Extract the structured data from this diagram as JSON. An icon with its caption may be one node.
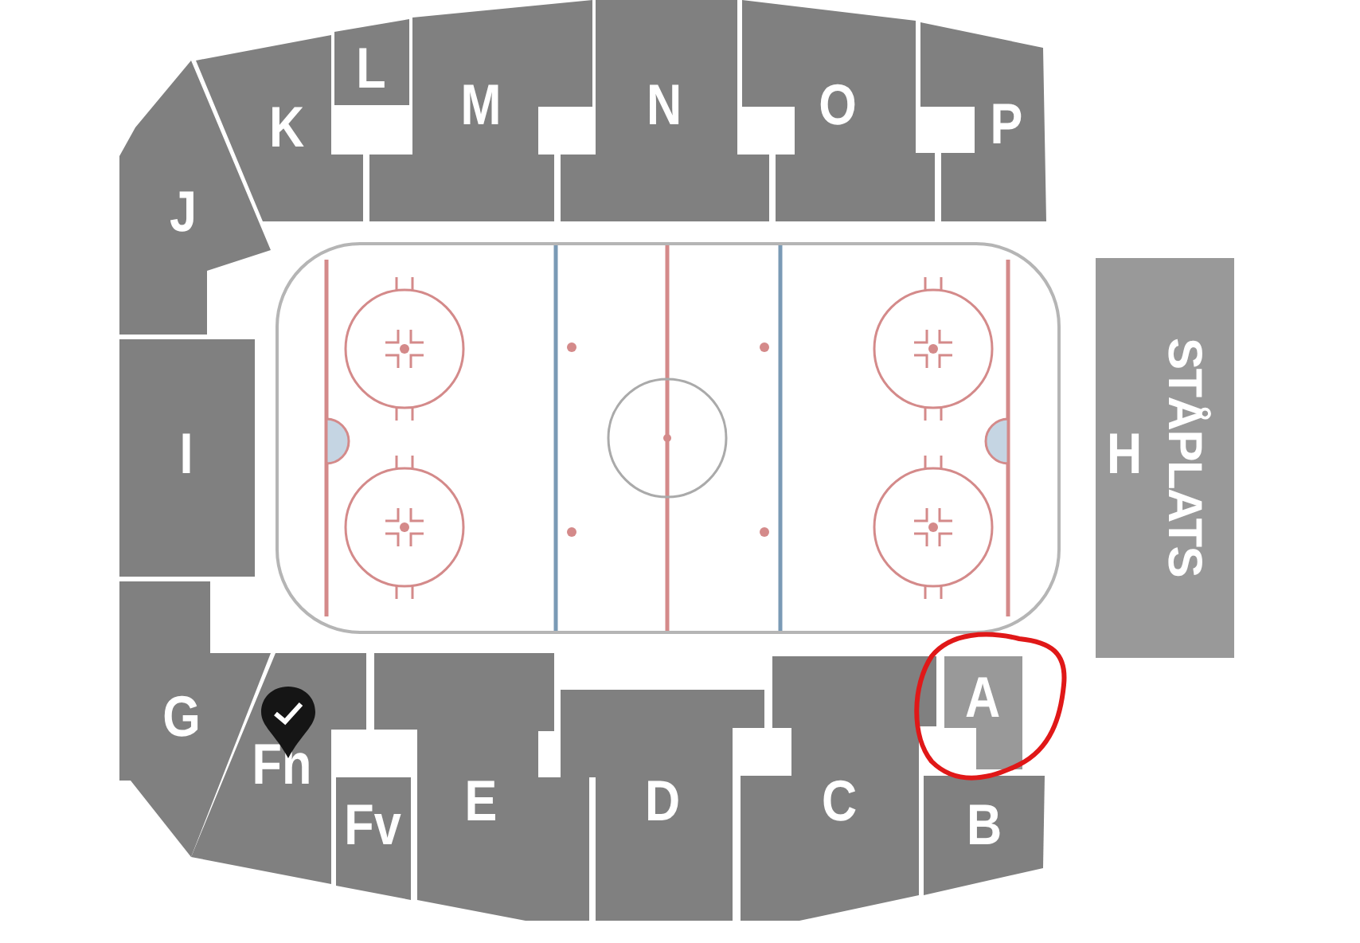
{
  "diagram": {
    "nodes": [
      {
        "text": [
          "K"
        ]
      },
      {
        "text": [
          "L"
        ]
      },
      {
        "text": [
          "M"
        ]
      },
      {
        "text": [
          "N"
        ]
      },
      {
        "text": [
          "O"
        ]
      },
      {
        "text": [
          "P"
        ]
      },
      {
        "text": [
          "J"
        ]
      },
      {
        "text": [
          "I"
        ]
      },
      {
        "text": [
          "H",
          "STÅPLATS"
        ]
      },
      {
        "text": [
          "G"
        ]
      },
      {
        "text": [
          "Fh"
        ]
      },
      {
        "text": [
          "Fv"
        ]
      },
      {
        "text": [
          "E"
        ]
      },
      {
        "text": [
          "D"
        ]
      },
      {
        "text": [
          "C"
        ]
      },
      {
        "text": [
          "A"
        ]
      },
      {
        "text": [
          "B"
        ]
      }
    ]
  }
}
